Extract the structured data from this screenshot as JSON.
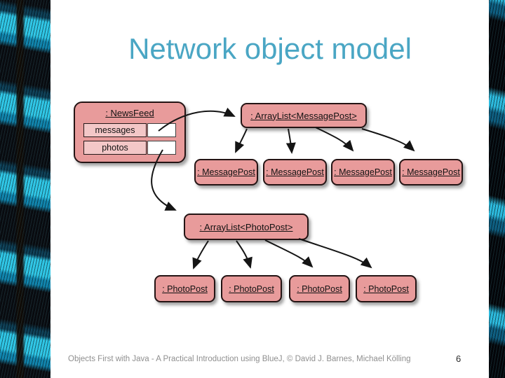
{
  "slide": {
    "title": "Network object model",
    "footer": {
      "credit": "Objects First with Java - A Practical Introduction using BlueJ, © David J. Barnes, Michael Kölling",
      "page_number": "6"
    }
  },
  "diagram": {
    "newsfeed": {
      "title": ": NewsFeed",
      "fields": [
        {
          "label": "messages"
        },
        {
          "label": "photos"
        }
      ]
    },
    "message_list": {
      "label": ": ArrayList<MessagePost>"
    },
    "photo_list": {
      "label": ": ArrayList<PhotoPost>"
    },
    "message_posts": [
      {
        "label": ": MessagePost"
      },
      {
        "label": ": MessagePost"
      },
      {
        "label": ": MessagePost"
      },
      {
        "label": ": MessagePost"
      }
    ],
    "photo_posts": [
      {
        "label": ": PhotoPost"
      },
      {
        "label": ": PhotoPost"
      },
      {
        "label": ": PhotoPost"
      },
      {
        "label": ": PhotoPost"
      }
    ]
  },
  "colors": {
    "title_teal": "#4aa6c4",
    "box_fill": "#e89b9b",
    "field_fill": "#f3c7c7",
    "border": "#241414",
    "footer_gray": "#8f8f8f",
    "arrow": "#151515",
    "feather_cyan": "#2ec6e6"
  }
}
